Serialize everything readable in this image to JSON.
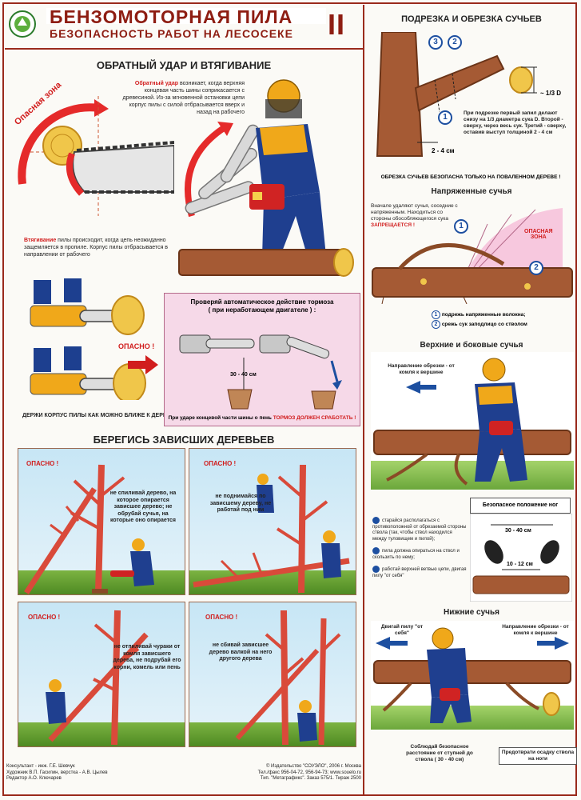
{
  "header": {
    "title_line1": "БЕНЗОМОТОРНАЯ ПИЛА",
    "title_line2": "БЕЗОПАСНОСТЬ РАБОТ НА ЛЕСОСЕКЕ",
    "part_number": "II"
  },
  "kickback": {
    "heading": "ОБРАТНЫЙ УДАР И ВТЯГИВАНИЕ",
    "danger_zone": "Опасная зона",
    "kickback_term": "Обратный удар",
    "kickback_text": " возникает, когда верхняя концевая часть шины соприкасается с древесиной. Из-за мгновенной остановки цепи корпус пилы с силой отбрасывается вверх и назад на рабочего",
    "pull_term": "Втягивание",
    "pull_text": " пилы происходит, когда цепь неожиданно защемляется в пропиле. Корпус пилы отбрасывается в направлении от рабочего",
    "danger_label": "ОПАСНО !",
    "hold_close": "ДЕРЖИ КОРПУС ПИЛЫ КАК МОЖНО БЛИЖЕ К ДЕРЕВУ !"
  },
  "brake_check": {
    "title_line1": "Проверяй автоматическое действие тормоза",
    "title_line2": "( при неработающем двигателе ) :",
    "distance": "30 - 40 см",
    "footer_prefix": "При ударе концевой части шины о пень ",
    "footer_highlight": "ТОРМОЗ ДОЛЖЕН СРАБОТАТЬ !"
  },
  "hanging_trees": {
    "heading": "БЕРЕГИСЬ ЗАВИСШИХ ДЕРЕВЬЕВ",
    "panels": [
      {
        "danger": "ОПАСНО !",
        "text": "не спиливай дерево, на которое опирается зависшее дерево; не обрубай сучья, на которые оно опирается"
      },
      {
        "danger": "ОПАСНО !",
        "text": "не поднимайся по зависшему дереву, не работай под ним"
      },
      {
        "danger": "ОПАСНО !",
        "text": "не отпиливай чураки от комля зависшего дерева, не подрубай его корни, комель или пень"
      },
      {
        "danger": "ОПАСНО !",
        "text": "не сбивай зависшее дерево валкой на него другого дерева"
      }
    ]
  },
  "pruning": {
    "heading": "ПОДРЕЗКА И ОБРЕЗКА СУЧЬЕВ",
    "marker_3": "3",
    "marker_2": "2",
    "marker_1": "1",
    "third_d": "~ 1/3 D",
    "dist_2_4": "2 - 4 см",
    "instructions": "При подрезке первый запил делают снизу на 1/3 диаметра сука D. Второй - сверху, через весь сук. Третий - сверху, оставив выступ толщиной 2 - 4 см",
    "warning": "ОБРЕЗКА СУЧЬЕВ БЕЗОПАСНА ТОЛЬКО НА ПОВАЛЕННОМ ДЕРЕВЕ !"
  },
  "tense_branches": {
    "heading": "Напряженные сучья",
    "text_prefix": "Вначале удаляют сучья, соседние с напряженным. Находиться со стороны обособляющегося сука ",
    "text_highlight": "ЗАПРЕЩАЕТСЯ !",
    "zone_line1": "ОПАСНАЯ",
    "zone_line2": "ЗОНА",
    "legend": [
      {
        "num": "1",
        "text": "подрежь напряженные волокна;"
      },
      {
        "num": "2",
        "text": "срежь сук заподлицо со стволом"
      }
    ]
  },
  "upper_branches": {
    "heading": "Верхние и боковые сучья",
    "direction": "Направление обрезки - от комля к вершине"
  },
  "safe_legs": {
    "label": "Безопасное положение ног",
    "bullets": [
      "старайся располагаться с противоположной от обрезаемой стороны ствола (так, чтобы ствол находился между туловищем и пилой);",
      "пила должна опираться на ствол и скользить по нему;",
      "работай верхней ветвью цепи, двигая пилу \"от себя\""
    ],
    "width_30_40": "30 - 40 см",
    "width_10_12": "10 - 12 см"
  },
  "lower_branches": {
    "heading": "Нижние сучья",
    "move_saw": "Двигай пилу \"от себя\"",
    "direction": "Направление обрезки - от комля к вершине",
    "distance_note": "Соблюдай безопасное расстояние от ступней до ствола ( 30 - 40 см)",
    "roll_note": "Предотврати осадку ствола на ноги"
  },
  "credits": {
    "line1": "Консультант - инж. Г.Е. Шевчук",
    "line2": "Художник В.П. Гасилин, верстка - А.В. Цылев",
    "line3": "Редактор А.О. Ключарев",
    "pub1": "© Издательство \"СОУЭЛО\", 2006 г. Москва",
    "pub2": "Тел./факс 956-04-72, 956-94-73; www.souelo.ru",
    "pub3": "Тип. \"Метаграфикс\". Заказ 575/1. Тираж 2500"
  },
  "colors": {
    "title": "#8e1d12",
    "danger": "#d11d1d",
    "accent_blue": "#1d4fa0"
  }
}
